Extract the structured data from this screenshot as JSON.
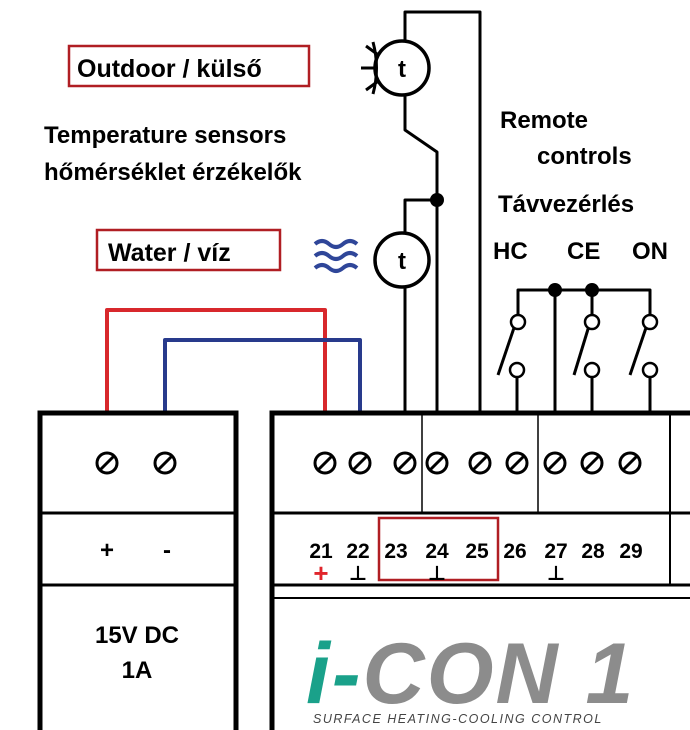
{
  "labels": {
    "outdoor": "Outdoor / külső",
    "sensors_line1": "Temperature sensors",
    "sensors_line2": "hőmérséklet érzékelők",
    "water": "Water / víz",
    "remote_line1": "Remote",
    "remote_line2": "controls",
    "remote_hu": "Távvezérlés",
    "sensor_symbol": "t"
  },
  "remote_switches": [
    "HC",
    "CE",
    "ON"
  ],
  "power_module": {
    "plus": "+",
    "minus": "-",
    "rating_line1": "15V DC",
    "rating_line2": "1A"
  },
  "terminals": {
    "numbers": [
      "21",
      "22",
      "23",
      "24",
      "25",
      "26",
      "27",
      "28",
      "29"
    ],
    "plus_mark": "+",
    "ground_mark": "⊥"
  },
  "product": {
    "logo_prefix": "i-",
    "logo_main": "CON 1",
    "subtitle": "SURFACE HEATING-COOLING CONTROL"
  },
  "colors": {
    "wire_red": "#d8282c",
    "wire_blue": "#283a8c",
    "highlight_box": "#b01e23",
    "logo_green": "#1aa18a",
    "logo_gray": "#8c8c8c",
    "plus_red": "#e0252b"
  }
}
